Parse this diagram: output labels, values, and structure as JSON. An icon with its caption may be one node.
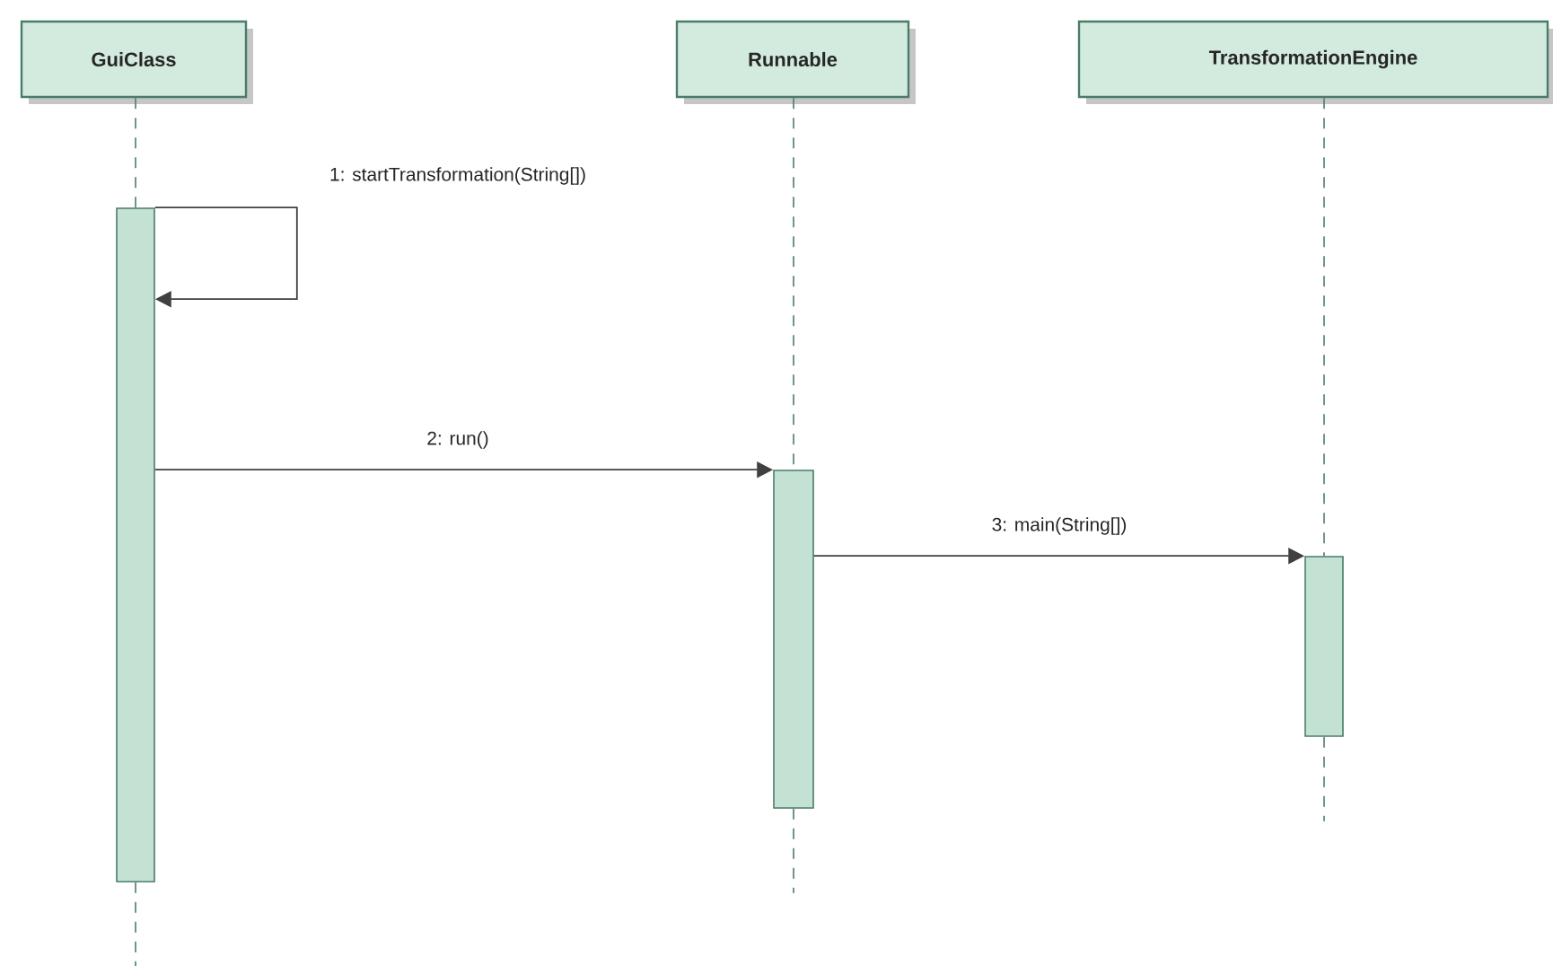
{
  "diagram": {
    "nodes": [
      {
        "text": [
          "GuiClass"
        ]
      },
      {
        "text": [
          "Runnable"
        ]
      },
      {
        "text": [
          "TransformationEngine"
        ]
      },
      {
        "text": [],
        "shape": "bar"
      },
      {
        "text": [],
        "shape": "bar"
      },
      {
        "text": [],
        "shape": "bar"
      }
    ],
    "edges": [
      {
        "from": 3,
        "to": 3,
        "arrow": "to",
        "label": "1: startTransformation(String[])"
      },
      {
        "from": 3,
        "to": 4,
        "arrow": "to",
        "label": "2: run()"
      },
      {
        "from": 4,
        "to": 5,
        "arrow": "to",
        "label": "3: main(String[])"
      },
      {
        "from": 0,
        "to": 3,
        "arrow": "none",
        "style": "dashed"
      },
      {
        "from": 1,
        "to": 4,
        "arrow": "none",
        "style": "dashed"
      },
      {
        "from": 2,
        "to": 5,
        "arrow": "none",
        "style": "dashed"
      }
    ]
  }
}
